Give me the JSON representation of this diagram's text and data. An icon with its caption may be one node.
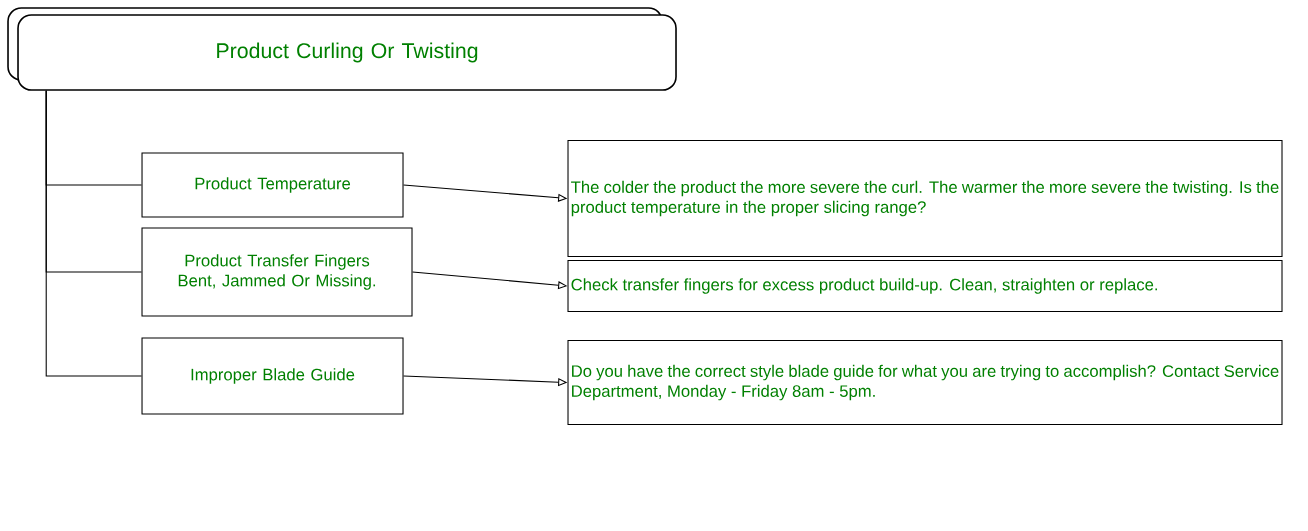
{
  "diagram": {
    "nodes": [
      {
        "text": [
          "Product Curling Or Twisting"
        ]
      },
      {
        "text": [
          "Product Temperature"
        ]
      },
      {
        "text": [
          "The colder the product the more severe the curl.  The warmer the more severe the twisting. Is the product temperature in the proper slicing range?"
        ]
      },
      {
        "text": [
          "Product Transfer Fingers Bent, Jammed Or Missing."
        ]
      },
      {
        "text": [
          "Check transfer fingers for excess product build-up. Clean, straighten or replace."
        ]
      },
      {
        "text": [
          "Improper Blade Guide"
        ]
      },
      {
        "text": [
          "Do you have the correct style blade guide for what you are trying to accomplish?  Contact Service Department, Monday - Friday 8am - 5pm."
        ]
      }
    ],
    "edges": [
      {
        "from": 0,
        "to": 1,
        "arrow": "none"
      },
      {
        "from": 0,
        "to": 3,
        "arrow": "none"
      },
      {
        "from": 0,
        "to": 5,
        "arrow": "none"
      },
      {
        "from": 1,
        "to": 2,
        "arrow": "to"
      },
      {
        "from": 3,
        "to": 4,
        "arrow": "to"
      },
      {
        "from": 5,
        "to": 6,
        "arrow": "to"
      }
    ]
  }
}
